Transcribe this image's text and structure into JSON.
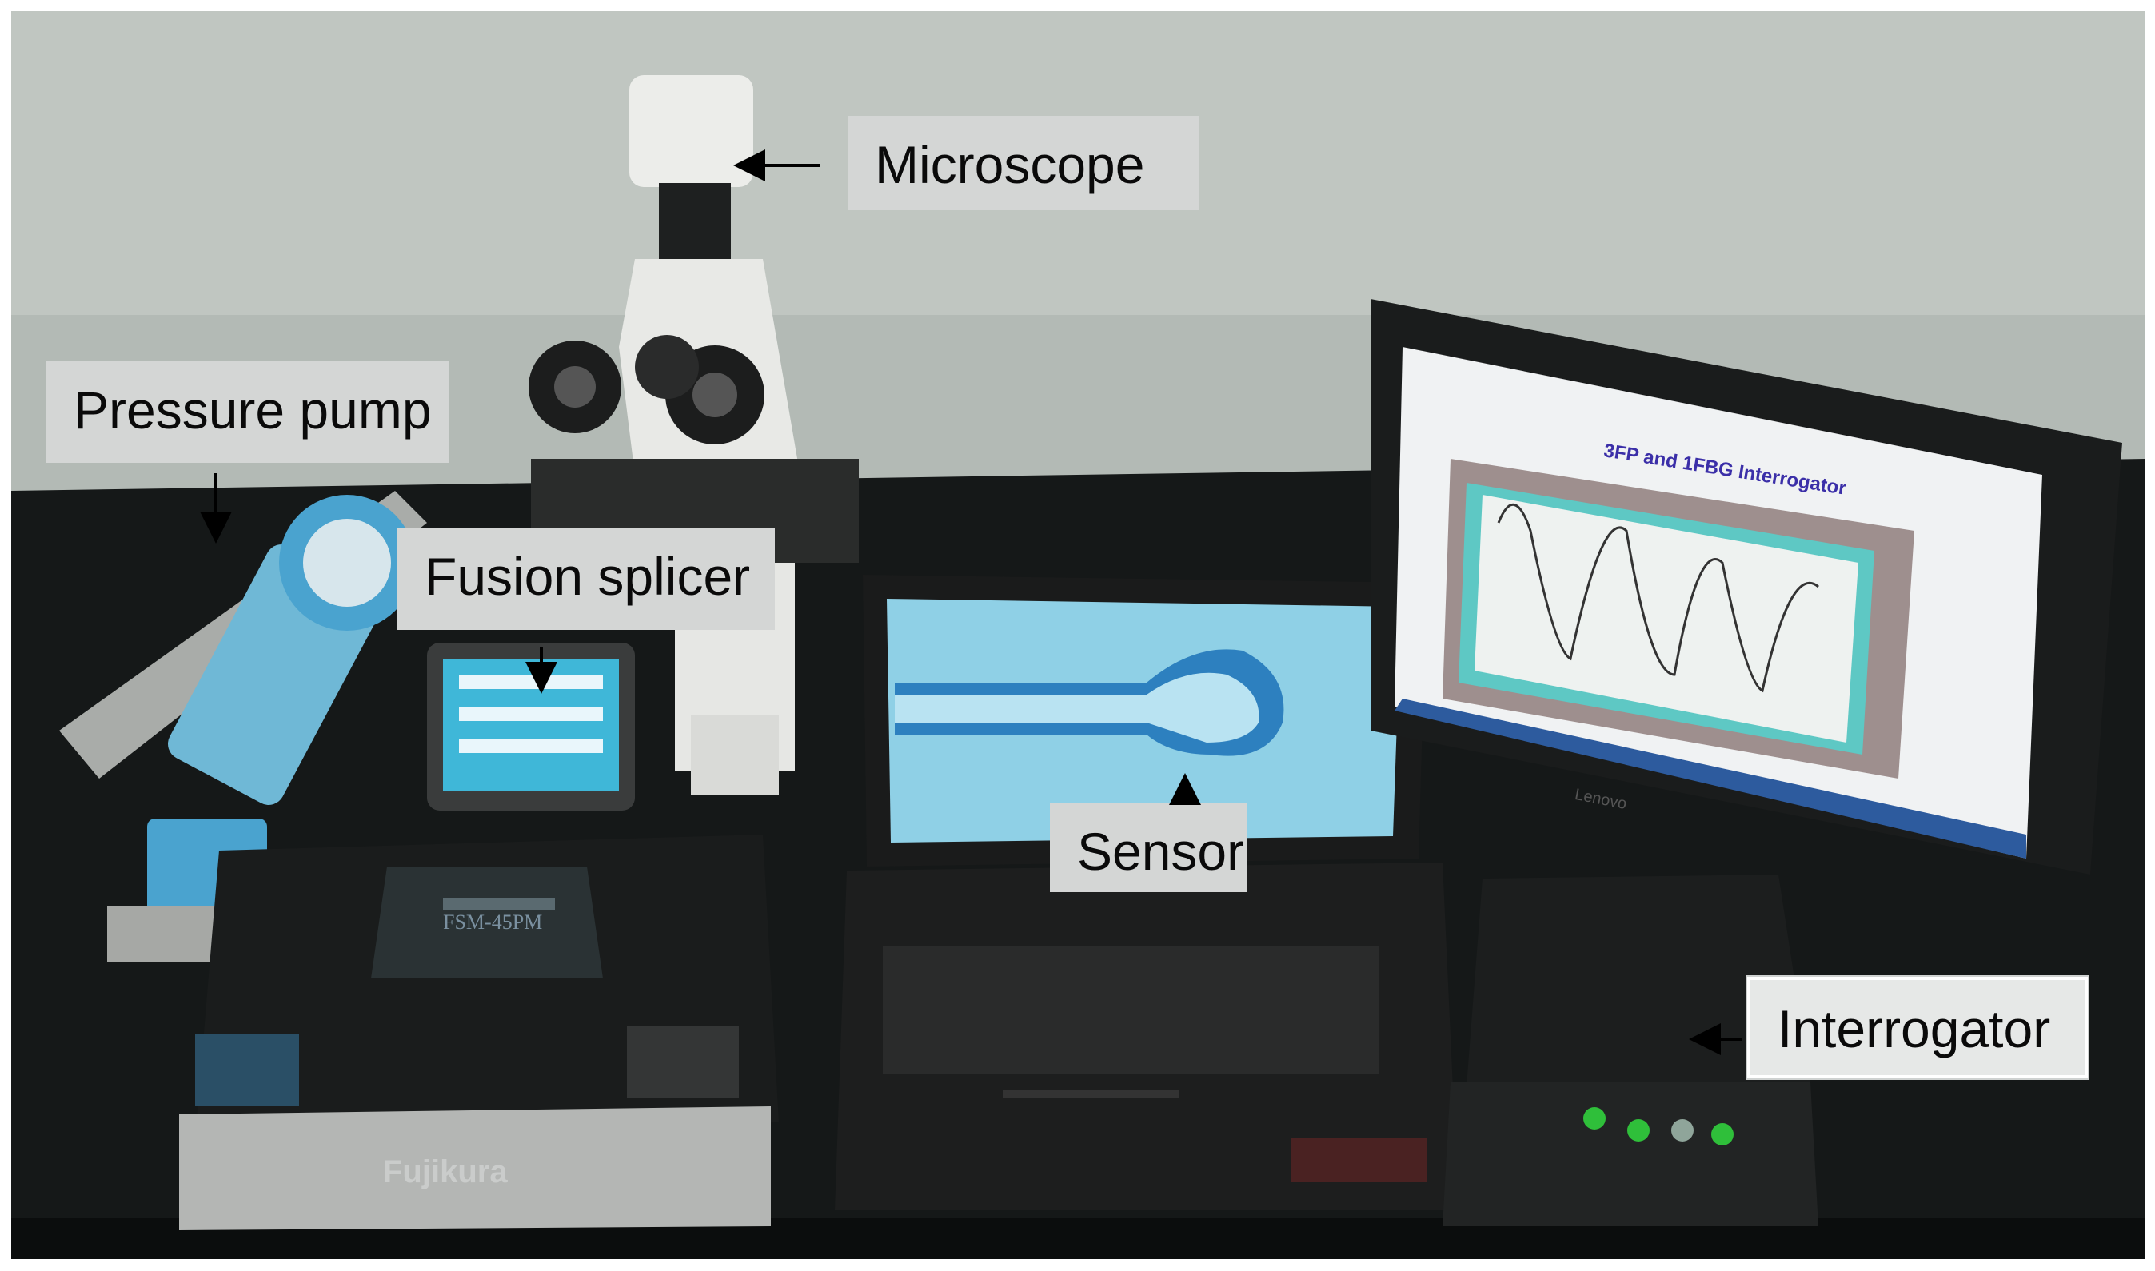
{
  "figure": {
    "labels": {
      "microscope": "Microscope",
      "pressure_pump": "Pressure pump",
      "fusion_splicer": "Fusion splicer",
      "sensor": "Sensor",
      "interrogator": "Interrogator"
    },
    "screen_title": "3FP and 1FBG Interrogator",
    "device_brands": {
      "splicer_model": "FSM-45PM",
      "splicer_brand": "Fujikura",
      "monitor_brand": "Lenovo"
    },
    "colors": {
      "label_bg": "#d4d6d5",
      "wall": "#c0c6c1",
      "bench": "#151818",
      "laptop_screen": "#8fd0e6",
      "monitor_panel": "#5ec8c4",
      "pump_blue": "#6fb8d6",
      "led_green": "#2fbf3a"
    }
  }
}
